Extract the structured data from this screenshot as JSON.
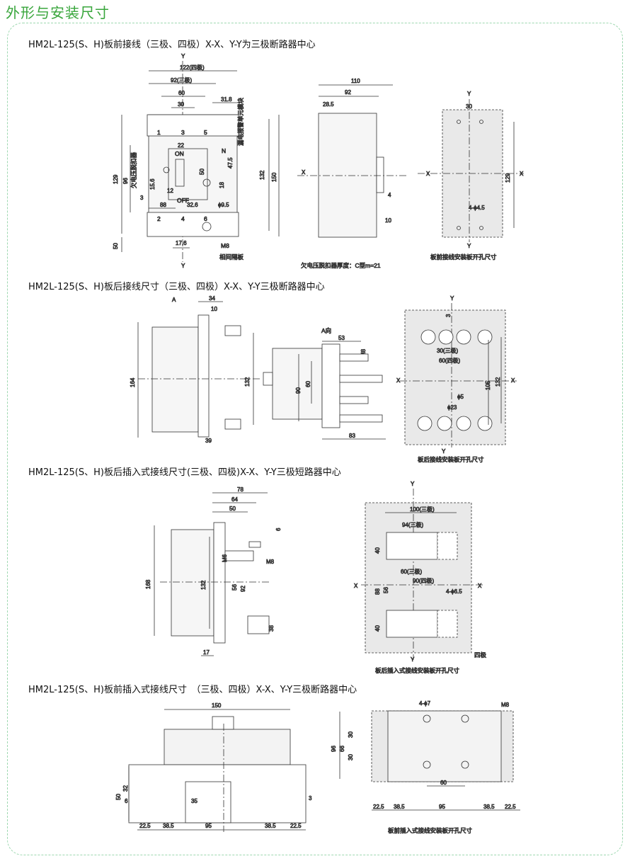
{
  "page_title": "外形与安装尺寸",
  "sections": [
    {
      "title": "HM2L-125(S、H)板前接线（三极、四极）X-X、Y-Y为三极断路器中心",
      "front": {
        "axes": {
          "y": "Y",
          "y2": "Y"
        },
        "dims": {
          "d122": "122(四极)",
          "d92": "92(三极)",
          "d60": "60",
          "d30": "30",
          "d31_8": "31.8",
          "d22": "22",
          "d129": "129",
          "d96": "96",
          "d15_6": "15.6",
          "d3": "3",
          "d88": "88",
          "d32_6": "32.6",
          "d50": "50",
          "d47_5": "47.5",
          "d18": "18",
          "d132": "132",
          "d150": "150",
          "d9_5": "ϕ9.5",
          "d17_6": "17.6",
          "d50b": "50",
          "d12": "12"
        },
        "labels": {
          "t1": "1",
          "t3": "3",
          "t5": "5",
          "b2": "2",
          "b4": "4",
          "b6": "6",
          "on": "ON",
          "off": "OFF",
          "n": "N",
          "m8": "M8",
          "barrier": "相间隔板",
          "undervolt": "欠电压脱扣器",
          "leak": "漏电报警单元模块"
        }
      },
      "side": {
        "dims": {
          "d110": "110",
          "d92": "92",
          "d28_5": "28.5",
          "d4": "4",
          "d10": "10"
        },
        "axis_x": "X",
        "note": "欠电压脱扣器厚度：C型m=21"
      },
      "panel": {
        "axes": {
          "y": "Y",
          "y2": "Y",
          "x": "X",
          "x2": "X"
        },
        "dims": {
          "d30": "30",
          "d129": "129",
          "hole": "4-ϕ4.5"
        },
        "caption": "板前接线安装板开孔尺寸"
      }
    },
    {
      "title": "HM2L-125(S、H)板后接线尺寸（三极、四极）X-X、Y-Y三极断路器中心",
      "side": {
        "dims": {
          "d34": "34",
          "d10": "10",
          "d164": "164",
          "d132": "132",
          "d39": "39"
        },
        "label_a": "A"
      },
      "aview": {
        "label": "A向",
        "dims": {
          "d53": "53",
          "m8": "M8",
          "d90": "90",
          "d60": "60",
          "d83": "83"
        }
      },
      "panel": {
        "axes": {
          "y": "Y",
          "y2": "Y",
          "x": "X",
          "x2": "X"
        },
        "dims": {
          "d3": "3",
          "d30": "30(三极)",
          "d60": "60(四极)",
          "d105": "105",
          "d132": "132",
          "d5": "ϕ5",
          "d23": "ϕ23"
        },
        "caption": "板后接线安装板开孔尺寸"
      }
    },
    {
      "title": "HM2L-125(S、H)板后插入式接线尺寸(三极、四极)X-X、Y-Y三极短路器中心",
      "side": {
        "dims": {
          "d78": "78",
          "d64": "64",
          "d50": "50",
          "d6": "6",
          "m6": "M6",
          "m8": "M8",
          "d168": "168",
          "d132": "132",
          "d56": "56",
          "d92": "92",
          "d38": "38",
          "d17": "17"
        }
      },
      "panel": {
        "axes": {
          "y": "Y",
          "y2": "Y",
          "x": "X",
          "x2": "X"
        },
        "dims": {
          "d100": "100(三极)",
          "d94": "94(三极)",
          "d40a": "40",
          "d60": "60(三极)",
          "d88": "88",
          "d56": "56",
          "d90": "90(四极)",
          "hole": "4-ϕ6.5",
          "d40b": "40"
        },
        "quad": "四极",
        "caption": "板后插入式接线安装板开孔尺寸"
      }
    },
    {
      "title": "HM2L-125(S、H)板前插入式接线尺寸　（三极、四极）X-X、Y-Y三极断路器中心",
      "side": {
        "dims": {
          "d150": "150",
          "d50": "50",
          "d32": "32",
          "d6": "6",
          "d35": "35",
          "d3": "3",
          "d22_5a": "22.5",
          "d38_5a": "38.5",
          "d95": "95",
          "d38_5b": "38.5",
          "d22_5b": "22.5"
        }
      },
      "panel": {
        "dims": {
          "hole": "4-ϕ7",
          "m8": "M8",
          "d96": "96",
          "d66": "66",
          "d30a": "30",
          "d30b": "30",
          "d60": "60",
          "d22_5a": "22.5",
          "d38_5a": "38.5",
          "d95": "95",
          "d38_5b": "38.5",
          "d22_5b": "22.5"
        },
        "caption": "板前插入式接线安装板开孔尺寸"
      }
    }
  ]
}
